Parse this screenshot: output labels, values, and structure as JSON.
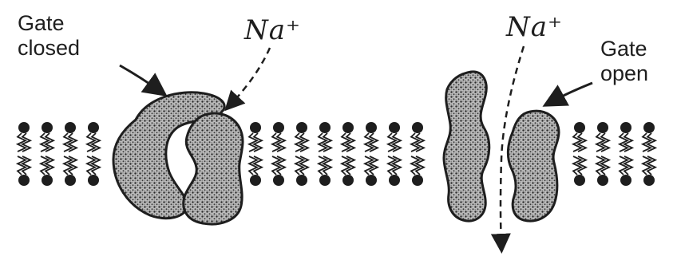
{
  "labels": {
    "gate_closed": [
      "Gate",
      "closed"
    ],
    "gate_open": [
      "Gate",
      "open"
    ],
    "sodium_ion_left": "Na⁺",
    "sodium_ion_right": "Na⁺"
  },
  "colors": {
    "ink": "#1e1e1e",
    "protein_fill": "#9a9a9a",
    "background": "#ffffff"
  }
}
